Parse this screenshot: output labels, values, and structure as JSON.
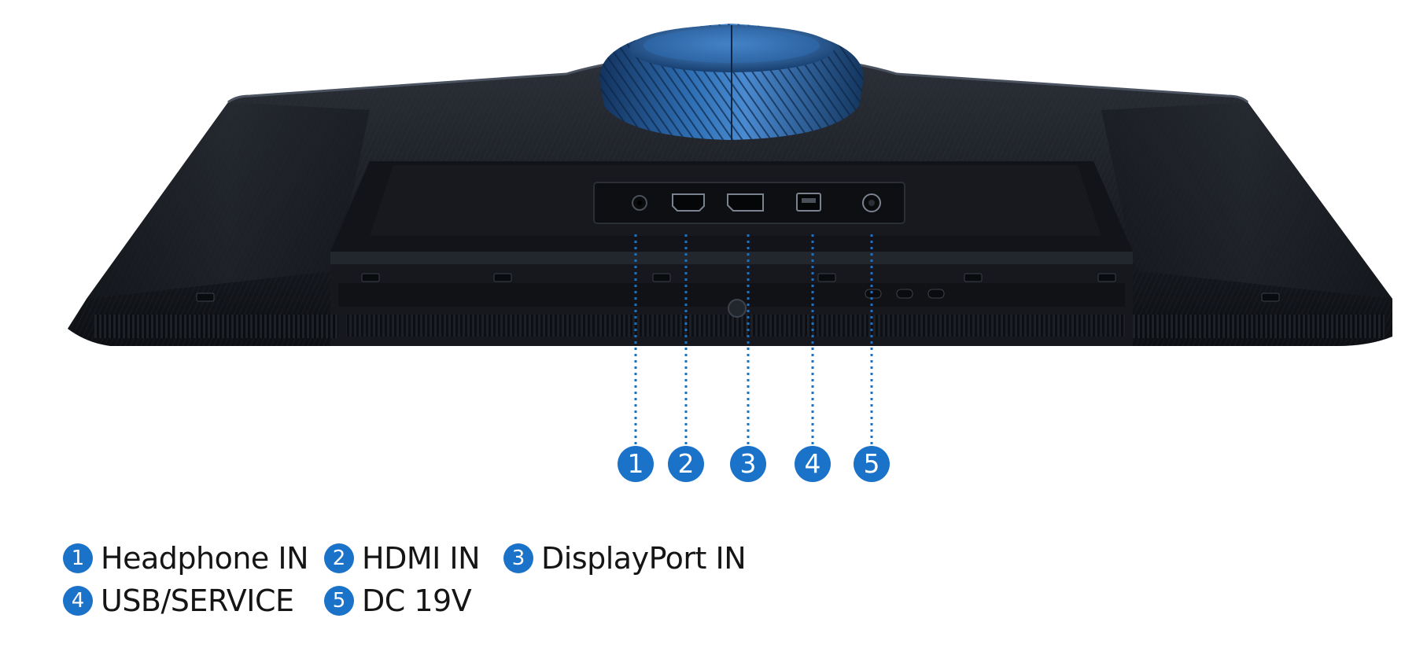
{
  "image": {
    "subject": "monitor-rear-bottom-ports",
    "accent_color": "#1b72c9"
  },
  "ports": [
    {
      "number": "1",
      "label": "Headphone IN",
      "icon": "headphone-jack-icon"
    },
    {
      "number": "2",
      "label": "HDMI IN",
      "icon": "hdmi-port-icon"
    },
    {
      "number": "3",
      "label": "DisplayPort IN",
      "icon": "displayport-icon"
    },
    {
      "number": "4",
      "label": "USB/SERVICE",
      "icon": "usb-port-icon"
    },
    {
      "number": "5",
      "label": "DC 19V",
      "icon": "dc-power-jack-icon"
    }
  ]
}
